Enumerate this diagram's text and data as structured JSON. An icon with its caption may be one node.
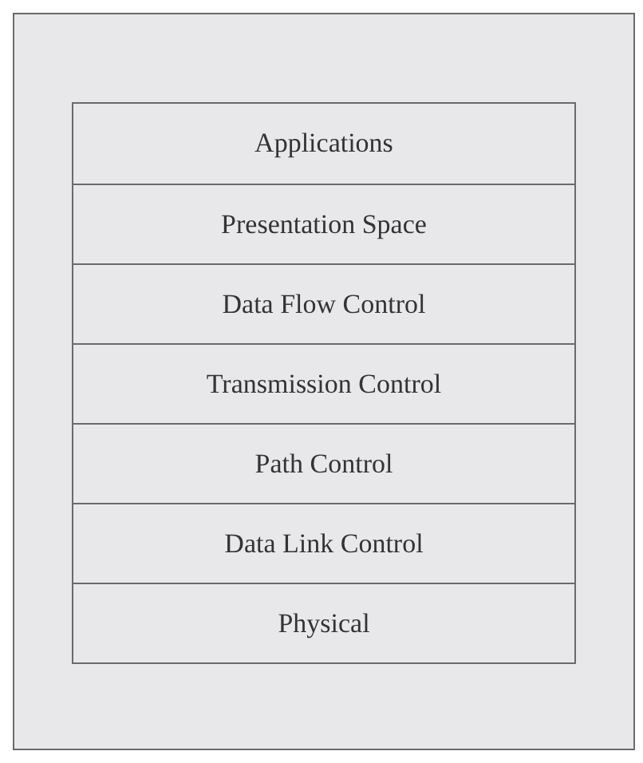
{
  "diagram": {
    "nodes": [
      {
        "text": [],
        "shape": "box"
      },
      {
        "text": [
          "Applications"
        ],
        "in": 0
      },
      {
        "text": [
          "Presentation Space"
        ],
        "in": 0
      },
      {
        "text": [
          "Data Flow Control"
        ],
        "in": 0
      },
      {
        "text": [
          "Transmission Control"
        ],
        "in": 0
      },
      {
        "text": [
          "Path Control"
        ],
        "in": 0
      },
      {
        "text": [
          "Data Link Control"
        ],
        "in": 0
      },
      {
        "text": [
          "Physical"
        ],
        "in": 0
      }
    ]
  }
}
